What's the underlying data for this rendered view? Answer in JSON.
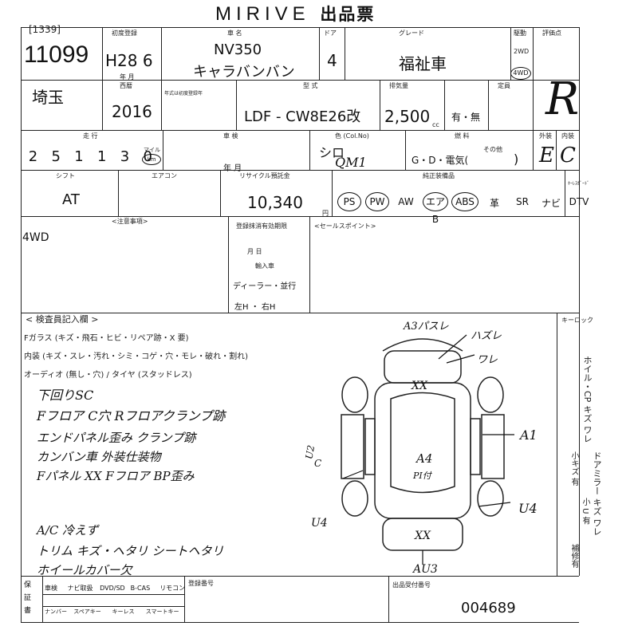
{
  "header": {
    "brand": "MIRIVE",
    "title": "出品票"
  },
  "lot": {
    "number_bracket": "[1339]",
    "number": "11099"
  },
  "first_reg": {
    "label": "初度登録",
    "value": "H28 6",
    "unit": "年  月"
  },
  "model": {
    "label": "車  名",
    "name": "NV350",
    "sub": "キャラバンバン"
  },
  "doors": {
    "label": "ドア",
    "value": "4"
  },
  "grade": {
    "label": "グレード",
    "value": "福祉車"
  },
  "drive": {
    "label": "駆動",
    "two": "2WD",
    "four": "4WD"
  },
  "score": {
    "label": "評価点",
    "value": "R"
  },
  "region": {
    "value": "埼玉"
  },
  "year": {
    "label": "西暦",
    "value": "2016",
    "sub": "年式は初度登録年"
  },
  "type_code": {
    "label": "型  式",
    "value": "LDF - CW8E26改"
  },
  "displacement": {
    "label": "排気量",
    "value": "2,500",
    "unit": "cc"
  },
  "turbo": {
    "value": "有・無"
  },
  "capacity": {
    "label": "定員"
  },
  "mileage": {
    "label": "走  行",
    "digits": [
      "2",
      "5",
      "1",
      "1",
      "3",
      "0"
    ],
    "unit_top": "マイル",
    "unit_circle": "km"
  },
  "inspection": {
    "label": "車  検",
    "unit": "年   月"
  },
  "color": {
    "label": "色 (Col.No)",
    "value": "シロ",
    "code": "QM1"
  },
  "fuel": {
    "label": "燃  料",
    "options": "G・D・電気(",
    "other": "その他",
    "close": ")"
  },
  "exterior": {
    "label": "外装",
    "value": "E"
  },
  "interior": {
    "label": "内装",
    "value": "C"
  },
  "shift": {
    "label": "シフト",
    "value": "AT"
  },
  "aircon": {
    "label": "エアコン"
  },
  "recycle": {
    "label": "リサイクル預託金",
    "value": "10,340",
    "unit": "円"
  },
  "equipment": {
    "label": "純正装備品",
    "items": [
      "PS",
      "PW",
      "AW",
      "エアB",
      "ABS",
      "革",
      "SR",
      "ナビ",
      "DTV"
    ],
    "keyless_label": "ｷｰﾚｽﾎﾞｰﾄﾞ"
  },
  "notes": {
    "label": "<注意事項>",
    "value": "4WD"
  },
  "reg_expiry": {
    "label": "登録抹消有効期限",
    "unit": "月    日"
  },
  "import": {
    "label": "輸入車",
    "dealer": "ディーラー・並行",
    "handle": "左H ・ 右H"
  },
  "sales_point": {
    "label": "<セールスポイント>"
  },
  "inspector": {
    "label": "< 検査員記入欄 >",
    "print_lines": [
      "Fガラス (キズ・飛石・ヒビ・リペア跡・X 要)",
      "内装 (キズ・スレ・汚れ・シミ・コゲ・穴・モレ・破れ・割れ)",
      "オーディオ (無し・穴) / タイヤ (スタッドレス)"
    ],
    "hand_lines": [
      "下回りSC",
      "Fフロア C穴   Rフロアクランプ跡",
      "エンドパネル歪み クランプ跡",
      "カンバン車   外装仕装物",
      "Fパネル XX   Fフロア BP歪み",
      "A/C 冷えず",
      "トリム キズ・ヘタリ   シートヘタリ",
      "ホイールカバー欠"
    ]
  },
  "diagram": {
    "top_note": "A3パスレ",
    "top_note2": "ハズレ",
    "top_note3": "ワレ",
    "front": "XX",
    "center": "A4",
    "center_sub": "PI付",
    "rear": "XX",
    "left_top": "U2",
    "left_side": "C",
    "left_low": "U4",
    "right_mid": "A1",
    "right_low": "U4",
    "bottom": "AU3"
  },
  "key_lock": {
    "label": "キーロック"
  },
  "side_notes": [
    "ホイル・CP キズ ワレ",
    "小キズ 有",
    "ドアミラー キズ ワレ",
    "小 U 有",
    "補修有"
  ],
  "footer": {
    "row1": [
      "車検",
      "ナビ取扱",
      "DVD/SD",
      "B-CAS",
      "リモコン"
    ],
    "row2": [
      "ナンバー",
      "スペアキー",
      "キーレス",
      "スマートキー"
    ],
    "left": [
      "保",
      "証",
      "書"
    ],
    "reg_label": "登録番号",
    "exhibit_label": "出品受付番号",
    "exhibit_number": "004689"
  }
}
